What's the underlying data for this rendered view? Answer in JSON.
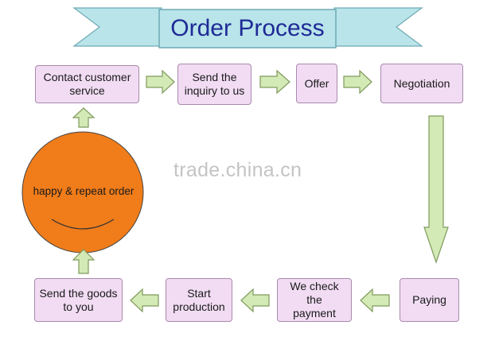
{
  "title": "Order Process",
  "watermark": "trade.china.cn",
  "colors": {
    "banner": "#b8e4ea",
    "box_fill": "#f1dcf3",
    "box_border": "#a98aad",
    "arrow_fill": "#d4eab6",
    "arrow_stroke": "#7f9a5c",
    "circle": "#f07c1a"
  },
  "steps": {
    "contact": "Contact customer\nservice",
    "inquiry": "Send the\ninquiry to us",
    "offer": "Offer",
    "negotiation": "Negotiation",
    "paying": "Paying",
    "check_payment": "We check the\npayment",
    "production": "Start\nproduction",
    "send_goods": "Send the goods\nto you",
    "repeat": "happy & repeat order"
  }
}
